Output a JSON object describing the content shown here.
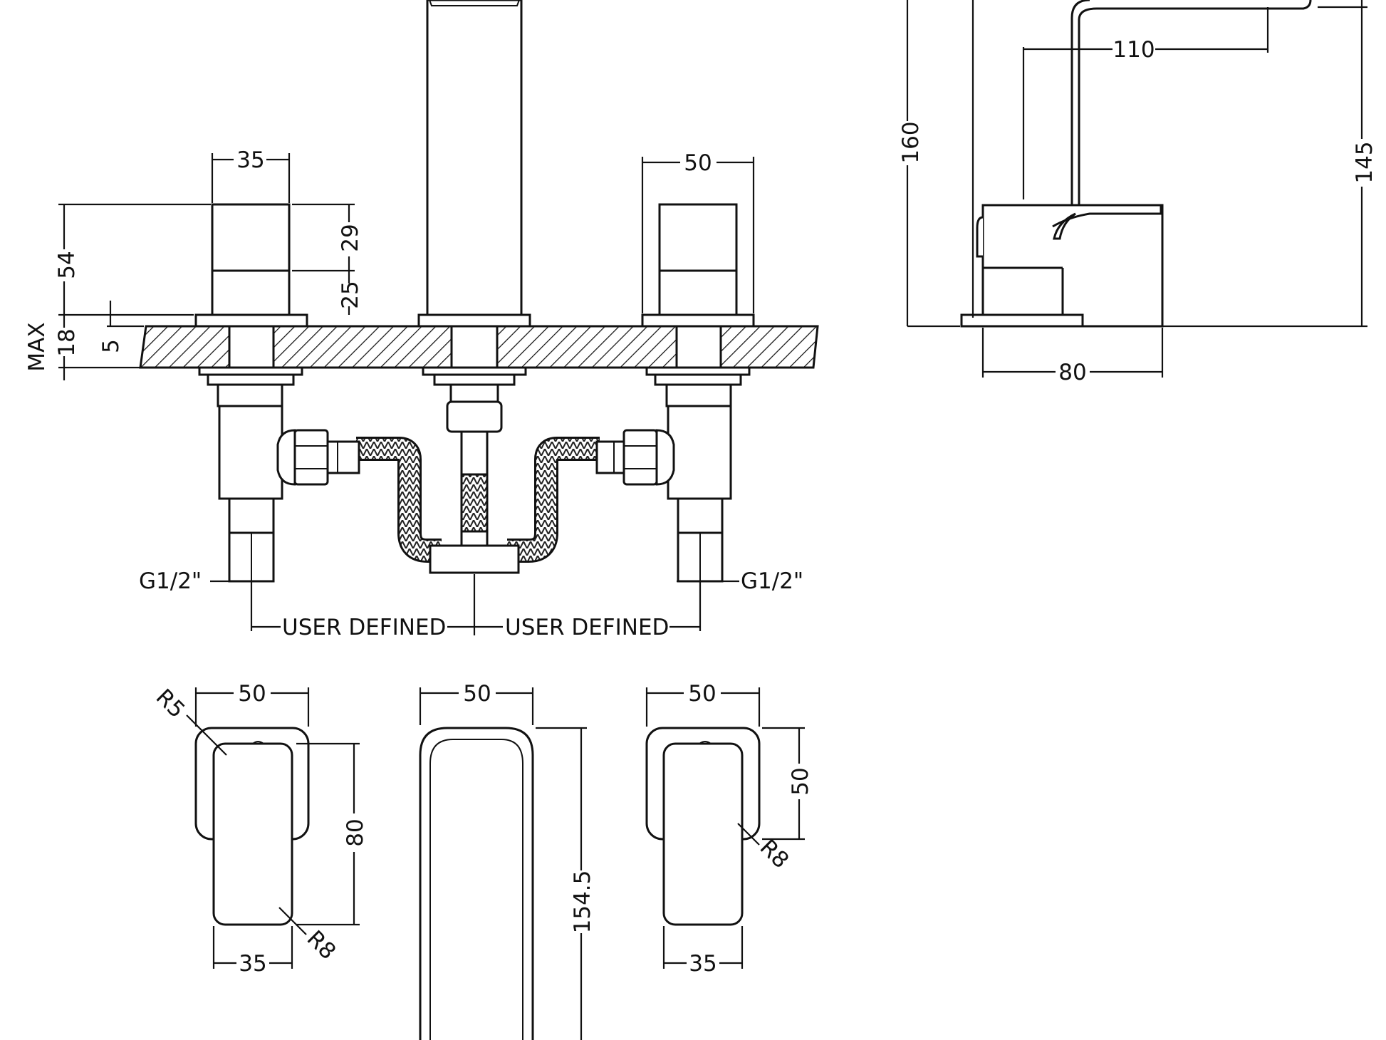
{
  "colors": {
    "line": "#111111",
    "background": "#ffffff"
  },
  "dimensions": {
    "handle_width": "35",
    "handle_block_width": "50",
    "handle_upper": "29",
    "handle_lower": "25",
    "overall_height": "54",
    "deck_thickness": "5",
    "deck_max": "18",
    "max_label": "MAX",
    "thread_left": "G1/2\"",
    "thread_right": "G1/2\"",
    "user_defined_left": "USER DEFINED",
    "user_defined_right": "USER DEFINED",
    "spout_reach": "110",
    "spout_total_height": "160",
    "spout_outlet_height": "145",
    "spout_base_width": "80",
    "plan_left_width": "50",
    "plan_left_radius_top": "R5",
    "plan_left_length": "80",
    "plan_left_radius_bottom": "R8",
    "plan_left_inner": "35",
    "plan_mid_width": "50",
    "plan_mid_length": "154.5",
    "plan_right_width": "50",
    "plan_right_length": "50",
    "plan_right_radius": "R8",
    "plan_right_inner": "35"
  }
}
